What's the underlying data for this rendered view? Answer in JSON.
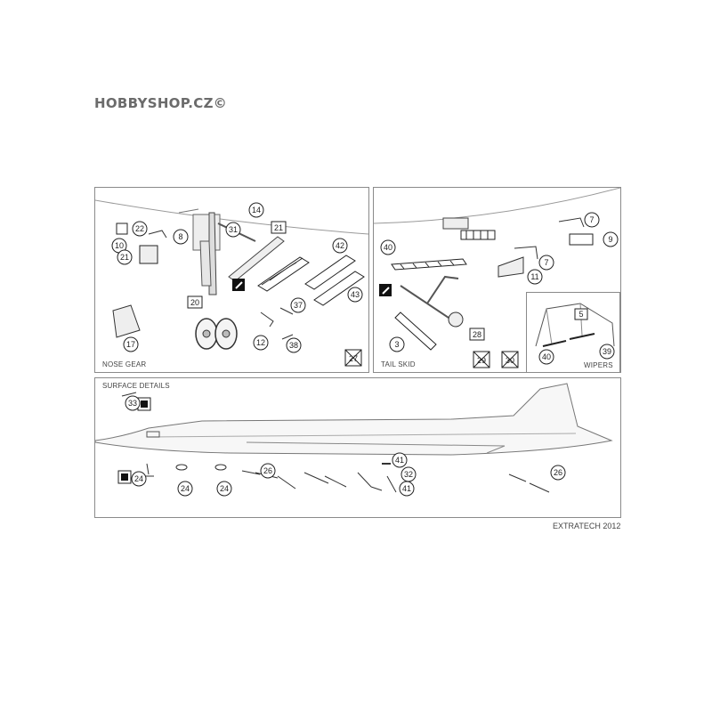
{
  "watermark": "HOBBYSHOP.CZ©",
  "panels": {
    "nose_gear": {
      "title": "NOSE GEAR"
    },
    "tail_skid": {
      "title": "TAIL SKID"
    },
    "wipers": {
      "title": "WIPERS"
    },
    "surface_details": {
      "title": "SURFACE DETAILS"
    }
  },
  "callouts": {
    "nose_gear": [
      "14",
      "21",
      "31",
      "22",
      "8",
      "10",
      "21",
      "42",
      "43",
      "20",
      "37",
      "17",
      "12",
      "38",
      "27"
    ],
    "tail_skid": [
      "7",
      "9",
      "40",
      "7",
      "11",
      "3",
      "28",
      "29",
      "30"
    ],
    "wipers": [
      "5",
      "40",
      "39"
    ],
    "surface_details": [
      "33",
      "24",
      "24",
      "24",
      "26",
      "41",
      "32",
      "41",
      "26"
    ]
  },
  "footer": "EXTRATECH 2012"
}
